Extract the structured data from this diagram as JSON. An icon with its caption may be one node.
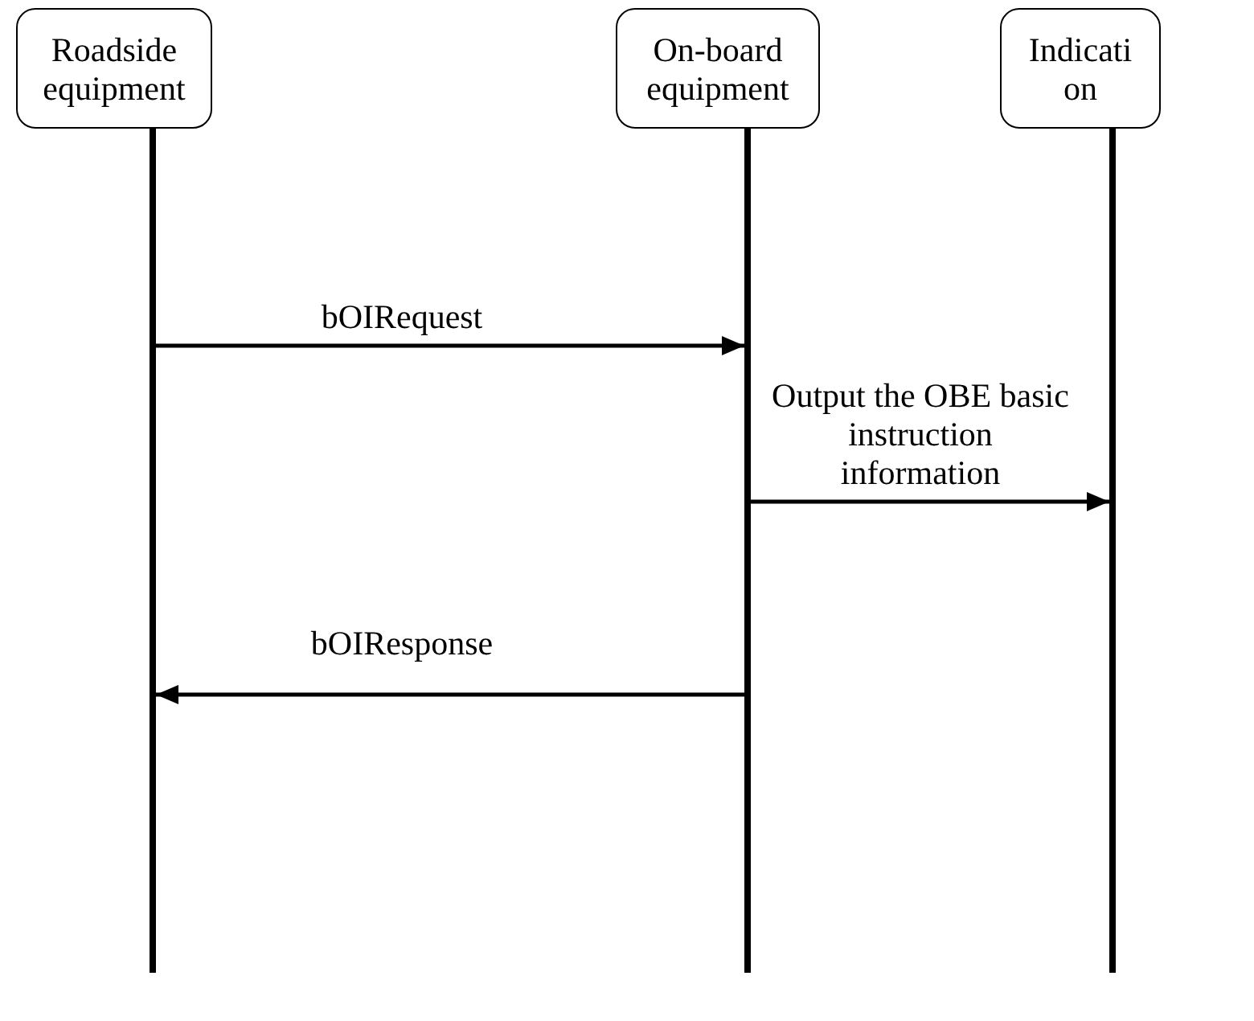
{
  "diagram": {
    "nodes": [
      {
        "text": [
          "Roadside equipment"
        ]
      },
      {
        "text": [
          "On-board equipment"
        ]
      },
      {
        "text": [
          "Indicati on"
        ]
      },
      {
        "text": [],
        "shape": "bar"
      },
      {
        "text": [],
        "shape": "bar"
      },
      {
        "text": [],
        "shape": "bar"
      }
    ],
    "edges": [
      {
        "from": 3,
        "to": 4,
        "arrow": "to",
        "label": "bOIRequest"
      },
      {
        "from": 4,
        "to": 5,
        "arrow": "to",
        "label": "Output the OBE basic instruction information"
      },
      {
        "from": 4,
        "to": 3,
        "arrow": "to",
        "label": "bOIResponse"
      }
    ]
  }
}
